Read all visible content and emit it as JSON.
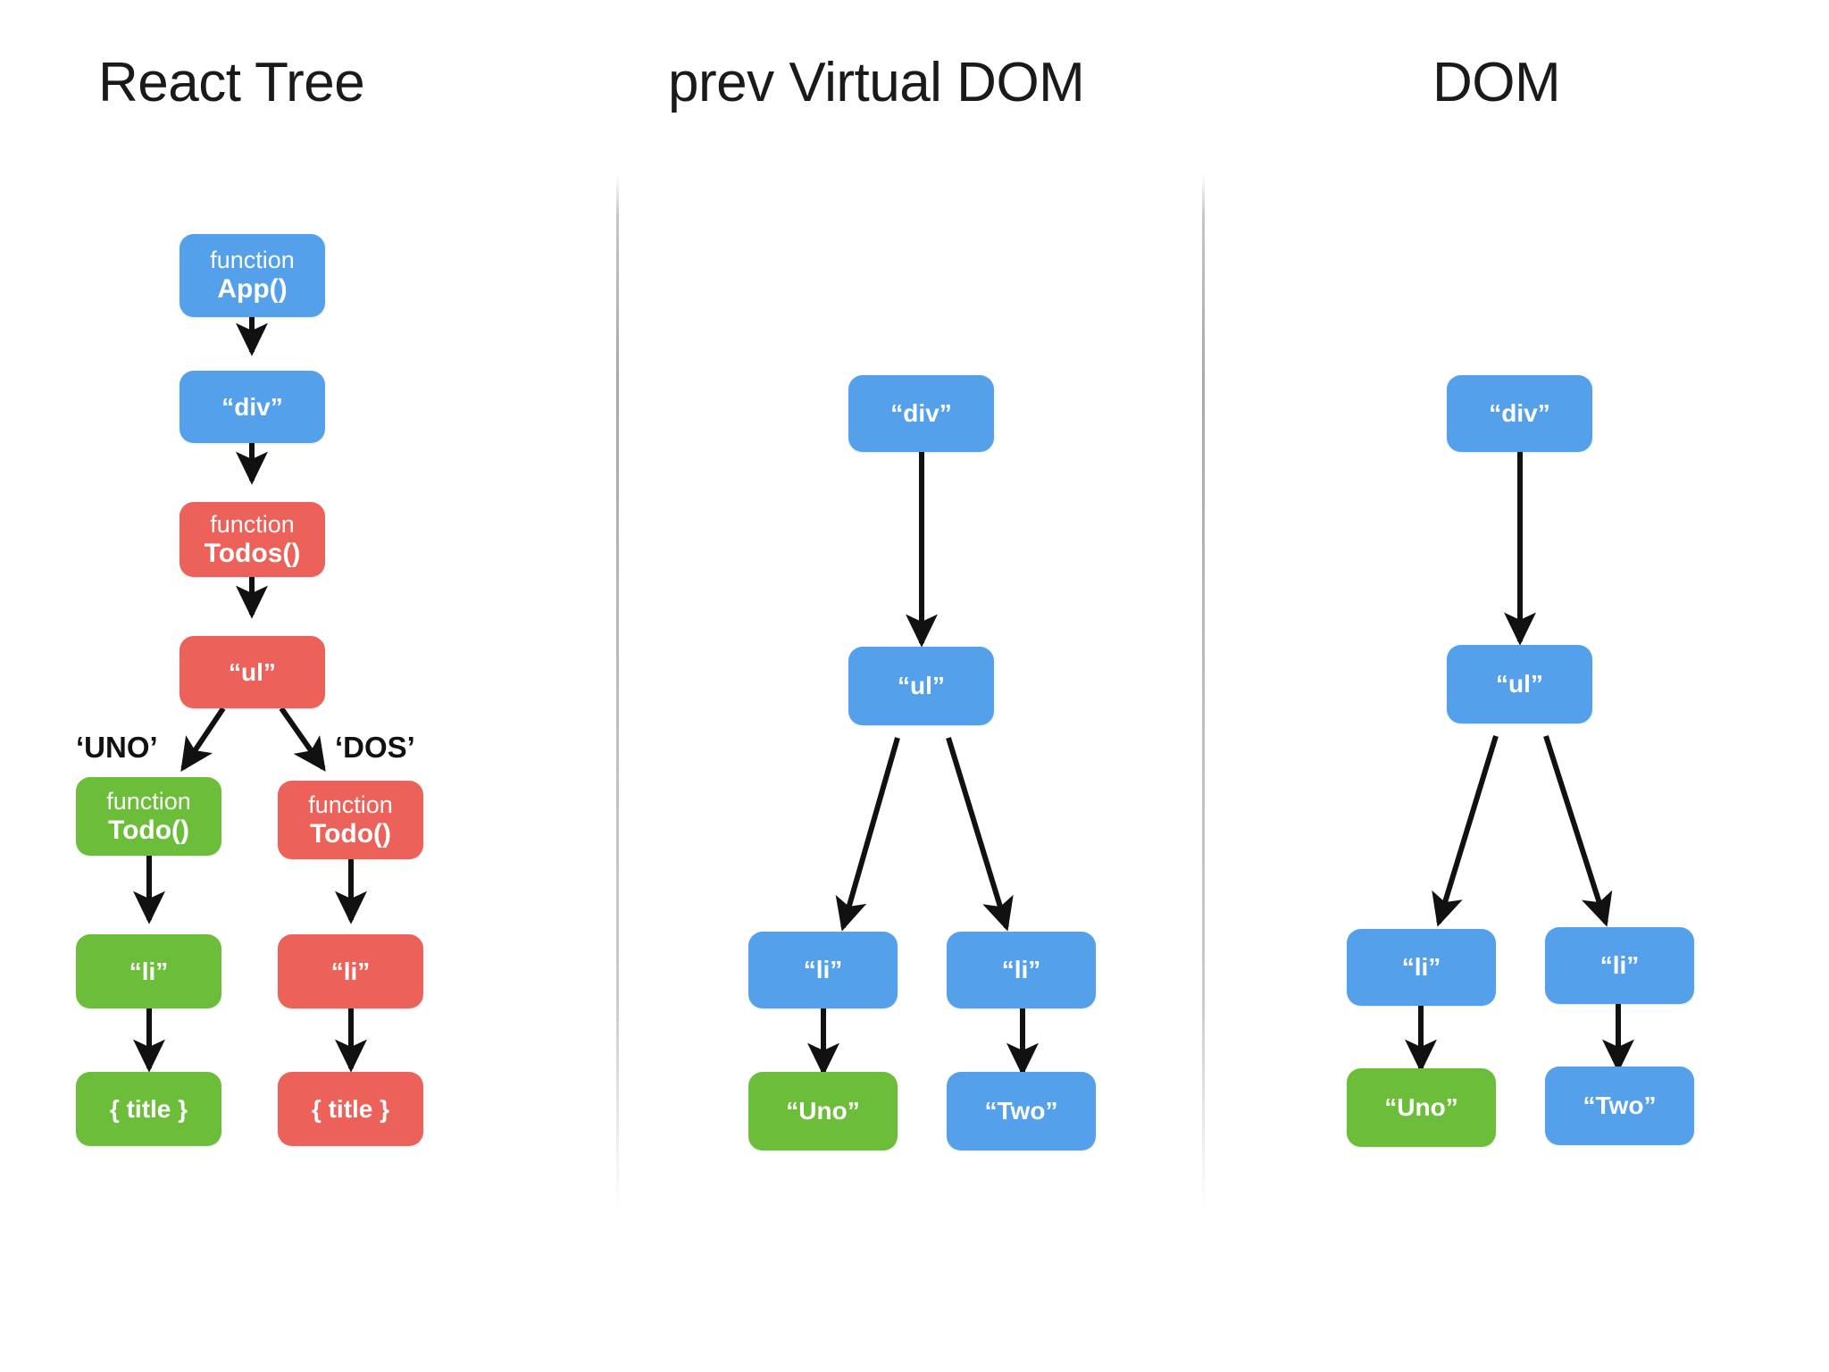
{
  "columns": [
    {
      "id": "react-tree",
      "title": "React Tree"
    },
    {
      "id": "prev-vdom",
      "title": "prev Virtual DOM"
    },
    {
      "id": "dom",
      "title": "DOM"
    }
  ],
  "colors": {
    "blue": "#54a0ea",
    "red": "#ec6159",
    "green": "#6cbe3a",
    "text_dark": "#1a1a1a",
    "node_text": "#ffffff",
    "arrow": "#111111",
    "divider": "#a0a0a0",
    "background": "#ffffff"
  },
  "react_tree": {
    "nodes": [
      {
        "id": "app",
        "keyword": "function",
        "name": "App()",
        "color": "blue"
      },
      {
        "id": "div",
        "tag": "“div”",
        "color": "blue"
      },
      {
        "id": "todos",
        "keyword": "function",
        "name": "Todos()",
        "color": "red"
      },
      {
        "id": "ul",
        "tag": "“ul”",
        "color": "red"
      },
      {
        "id": "todo-left",
        "keyword": "function",
        "name": "Todo()",
        "color": "green"
      },
      {
        "id": "todo-right",
        "keyword": "function",
        "name": "Todo()",
        "color": "red"
      },
      {
        "id": "li-left",
        "tag": "“li”",
        "color": "green"
      },
      {
        "id": "li-right",
        "tag": "“li”",
        "color": "red"
      },
      {
        "id": "title-left",
        "tag": "{ title }",
        "color": "green"
      },
      {
        "id": "title-right",
        "tag": "{ title }",
        "color": "red"
      }
    ],
    "edge_labels": [
      {
        "id": "uno",
        "text": "‘UNO’"
      },
      {
        "id": "dos",
        "text": "‘DOS’"
      }
    ]
  },
  "prev_vdom": {
    "nodes": [
      {
        "id": "div",
        "tag": "“div”",
        "color": "blue"
      },
      {
        "id": "ul",
        "tag": "“ul”",
        "color": "blue"
      },
      {
        "id": "li-left",
        "tag": "“li”",
        "color": "blue"
      },
      {
        "id": "li-right",
        "tag": "“li”",
        "color": "blue"
      },
      {
        "id": "uno",
        "tag": "“Uno”",
        "color": "green"
      },
      {
        "id": "two",
        "tag": "“Two”",
        "color": "blue"
      }
    ]
  },
  "dom": {
    "nodes": [
      {
        "id": "div",
        "tag": "“div”",
        "color": "blue"
      },
      {
        "id": "ul",
        "tag": "“ul”",
        "color": "blue"
      },
      {
        "id": "li-left",
        "tag": "“li”",
        "color": "blue"
      },
      {
        "id": "li-right",
        "tag": "“li”",
        "color": "blue"
      },
      {
        "id": "uno",
        "tag": "“Uno”",
        "color": "green"
      },
      {
        "id": "two",
        "tag": "“Two”",
        "color": "blue"
      }
    ]
  }
}
